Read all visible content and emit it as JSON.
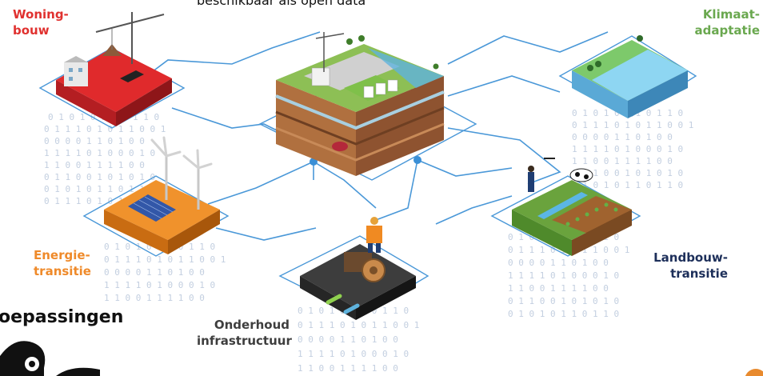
{
  "caption_top": "beschikbaar als open data",
  "section_title": "oepassingen",
  "labels": {
    "woningbouw": [
      "Woning-",
      "bouw"
    ],
    "klimaat": [
      "Klimaat-",
      "adaptatie"
    ],
    "energie": [
      "Energie-",
      "transitie"
    ],
    "landbouw": [
      "Landbouw-",
      "transitie"
    ],
    "onderhoud": [
      "Onderhoud",
      "infrastructuur"
    ]
  },
  "binary_rows": [
    "0 1 0 1 0 1 1 0 1 1 0",
    "0 1 1 1 0 1 0 1 1 0 0 1",
    "0 0 0 0 1 1 0 1 0 0",
    "1 1 1 1 0 1 0 0 0 1 0",
    "1 1 0 0 1 1 1 1 0 0",
    "0 1 1 0 0 1 0 1 0 1 0"
  ],
  "colors": {
    "network": "#3a8fd6",
    "housing": "#d8252b",
    "energy": "#ef8a2a",
    "climate": "#6fc6ea",
    "agri": "#5c8f37",
    "infra": "#3a3a3a",
    "soil": "#a4643a"
  }
}
